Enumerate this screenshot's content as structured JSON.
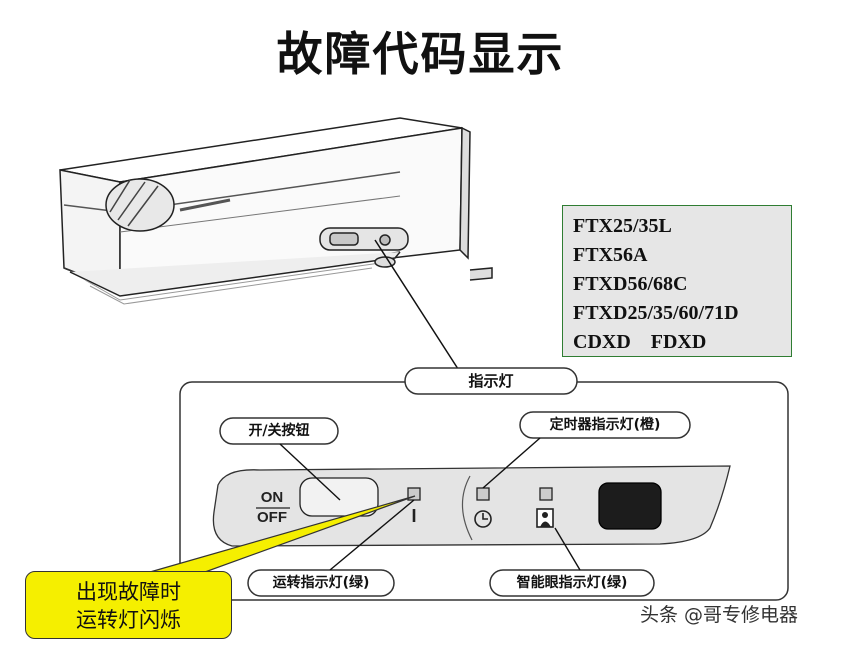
{
  "title": "故障代码显示",
  "models": [
    "FTX25/35L",
    "FTX56A",
    "FTXD56/68C",
    "FTXD25/35/60/71D",
    "CDXD    FDXD"
  ],
  "panel": {
    "header_label": "指示灯",
    "power_button_label": "开/关按钮",
    "timer_lamp_label": "定时器指示灯(橙)",
    "operation_lamp_label": "运转指示灯(绿)",
    "smart_eye_lamp_label": "智能眼指示灯(绿)",
    "on_text": "ON",
    "off_text": "OFF",
    "operation_symbol": "I"
  },
  "callout": {
    "line1": "出现故障时",
    "line2": "运转灯闪烁"
  },
  "watermark": "头条 @哥专修电器",
  "colors": {
    "callout_bg": "#f5ef00",
    "models_box_border": "#2f7d32",
    "models_box_bg": "#e6e6e6"
  }
}
